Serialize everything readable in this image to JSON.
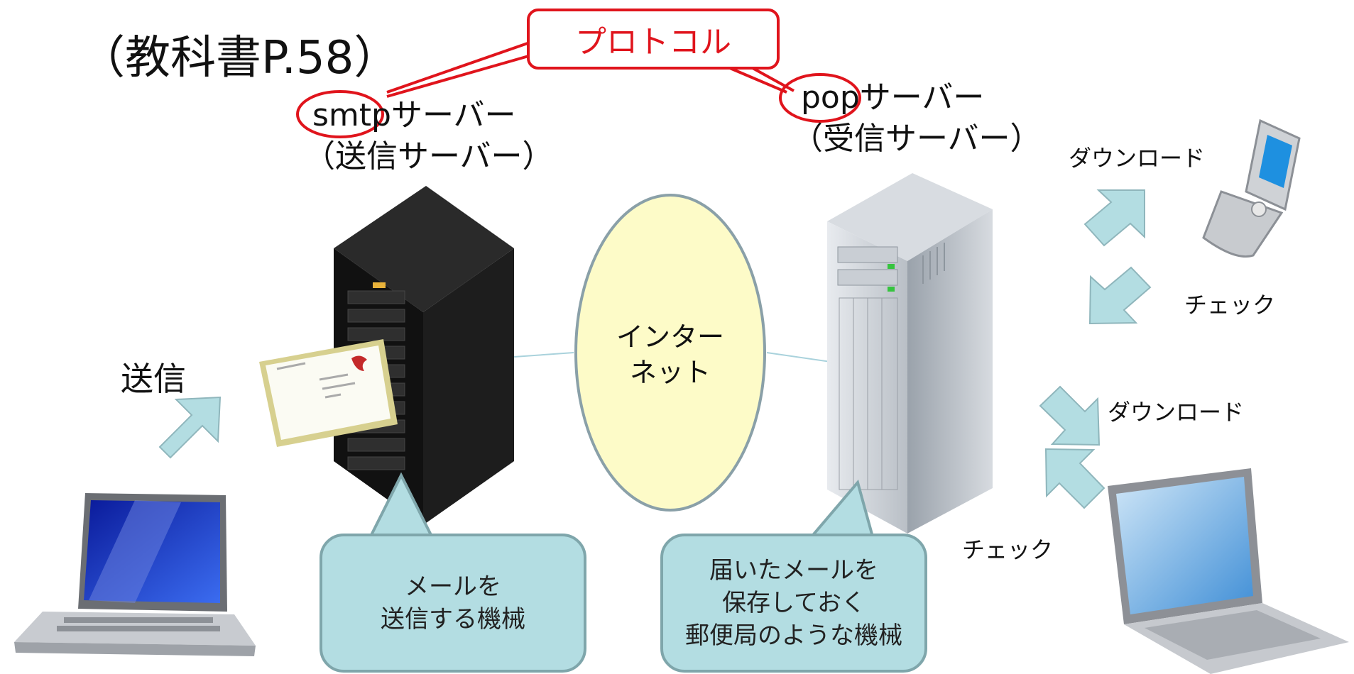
{
  "title": "（教科書P.58）",
  "protocol_label": "プロトコル",
  "smtp": {
    "name": "smtp",
    "suffix": "サーバー",
    "sub": "（送信サーバー）"
  },
  "pop": {
    "name": "pop",
    "suffix": "サーバー",
    "sub": "（受信サーバー）"
  },
  "internet": {
    "line1": "インター",
    "line2": "ネット"
  },
  "send_label": "送信",
  "phone_download": "ダウンロード",
  "phone_check": "チェック",
  "laptop_download": "ダウンロード",
  "laptop_check": "チェック",
  "bubble_send": {
    "line1": "メールを",
    "line2": "送信する機械"
  },
  "bubble_pop": {
    "line1": "届いたメールを",
    "line2": "保存しておく",
    "line3": "郵便局のような機械"
  },
  "colors": {
    "accent_red": "#e0141c",
    "bubble_fill": "#b3dde2",
    "arrow_fill": "#b3dde2",
    "internet_fill": "#fdfbc8"
  }
}
